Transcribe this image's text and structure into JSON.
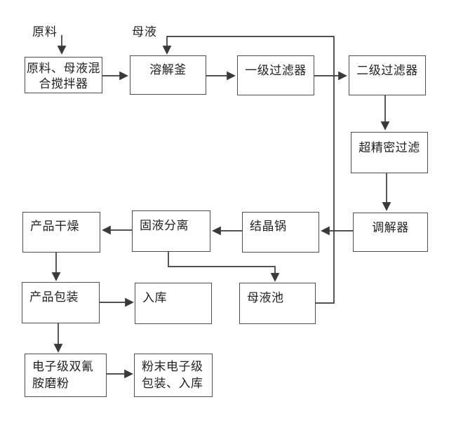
{
  "canvas": {
    "background": "#ffffff",
    "line_color": "#3a3a3a",
    "box_border_color": "#4e4e4e",
    "text_color": "#222222"
  },
  "diagram": {
    "type": "process-flowchart",
    "free_labels": [
      {
        "id": "raw-material",
        "text": "原料"
      },
      {
        "id": "mother-liquor",
        "text": "母液"
      }
    ],
    "nodes": [
      {
        "id": "mixer",
        "label": "原料、母液混\n合搅拌器"
      },
      {
        "id": "kettle",
        "label": "溶解釜"
      },
      {
        "id": "filter1",
        "label": "一级过滤器"
      },
      {
        "id": "filter2",
        "label": "二级过滤器"
      },
      {
        "id": "ultrafilter",
        "label": "超精密过滤"
      },
      {
        "id": "regulator",
        "label": "调解器"
      },
      {
        "id": "crystal",
        "label": "结晶锅"
      },
      {
        "id": "separation",
        "label": "固液分离"
      },
      {
        "id": "drying",
        "label": "产品干燥"
      },
      {
        "id": "packaging",
        "label": "产品包装"
      },
      {
        "id": "warehouse",
        "label": "入库"
      },
      {
        "id": "pool",
        "label": "母液池"
      },
      {
        "id": "grinding",
        "label": "电子级双氰\n胺磨粉"
      },
      {
        "id": "powderpack",
        "label": "粉末电子级\n包装、入库"
      }
    ],
    "edges": [
      {
        "from": "raw-material-label",
        "to": "mixer"
      },
      {
        "from": "mixer",
        "to": "kettle"
      },
      {
        "from": "kettle",
        "to": "filter1"
      },
      {
        "from": "filter1",
        "to": "filter2"
      },
      {
        "from": "filter2",
        "to": "ultrafilter"
      },
      {
        "from": "ultrafilter",
        "to": "regulator"
      },
      {
        "from": "regulator",
        "to": "crystal"
      },
      {
        "from": "crystal",
        "to": "separation"
      },
      {
        "from": "separation",
        "to": "drying"
      },
      {
        "from": "drying",
        "to": "packaging"
      },
      {
        "from": "packaging",
        "to": "warehouse"
      },
      {
        "from": "separation",
        "to": "pool"
      },
      {
        "from": "pool",
        "to": "kettle",
        "note": "mother-liquor recycle loop"
      },
      {
        "from": "packaging",
        "to": "grinding"
      },
      {
        "from": "grinding",
        "to": "powderpack"
      }
    ]
  }
}
